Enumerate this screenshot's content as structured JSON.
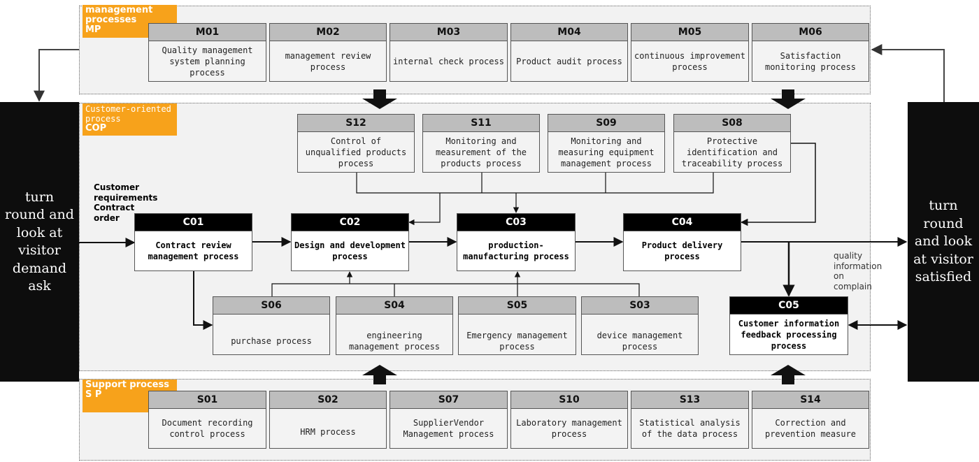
{
  "regions": {
    "mp": {
      "title": "management processes",
      "subtitle": "MP"
    },
    "cop": {
      "title": "Customer-oriented process",
      "subtitle": "COP"
    },
    "sp": {
      "title": "Support process",
      "subtitle": "S P"
    }
  },
  "sidebars": {
    "left": "turn round and look at visitor demand ask",
    "right": "turn round and look at visitor satisfied"
  },
  "labels": {
    "customer_input": "Customer requirements Contract order",
    "quality_info": "quality information on complain"
  },
  "management": [
    {
      "code": "M01",
      "name": "Quality management system planning process"
    },
    {
      "code": "M02",
      "name": "management review process"
    },
    {
      "code": "M03",
      "name": "internal check process"
    },
    {
      "code": "M04",
      "name": "Product audit process"
    },
    {
      "code": "M05",
      "name": "continuous improvement process"
    },
    {
      "code": "M06",
      "name": "Satisfaction monitoring process"
    }
  ],
  "monitoring": [
    {
      "code": "S12",
      "name": "Control of unqualified products process"
    },
    {
      "code": "S11",
      "name": "Monitoring and measurement of the products process"
    },
    {
      "code": "S09",
      "name": "Monitoring and measuring equipment management process"
    },
    {
      "code": "S08",
      "name": "Protective identification and traceability process"
    }
  ],
  "core": [
    {
      "code": "C01",
      "name": "Contract review management process"
    },
    {
      "code": "C02",
      "name": "Design and development process"
    },
    {
      "code": "C03",
      "name": "production-manufacturing process"
    },
    {
      "code": "C04",
      "name": "Product delivery process"
    },
    {
      "code": "C05",
      "name": "Customer information feedback processing process"
    }
  ],
  "resources": [
    {
      "code": "S06",
      "name": "purchase process"
    },
    {
      "code": "S04",
      "name": "engineering management process"
    },
    {
      "code": "S05",
      "name": "Emergency management process"
    },
    {
      "code": "S03",
      "name": "device management process"
    }
  ],
  "support": [
    {
      "code": "S01",
      "name": "Document recording control process"
    },
    {
      "code": "S02",
      "name": "HRM process"
    },
    {
      "code": "S07",
      "name": "SupplierVendor Management process"
    },
    {
      "code": "S10",
      "name": "Laboratory management process"
    },
    {
      "code": "S13",
      "name": "Statistical analysis of the data process"
    },
    {
      "code": "S14",
      "name": "Correction and prevention measure"
    }
  ]
}
